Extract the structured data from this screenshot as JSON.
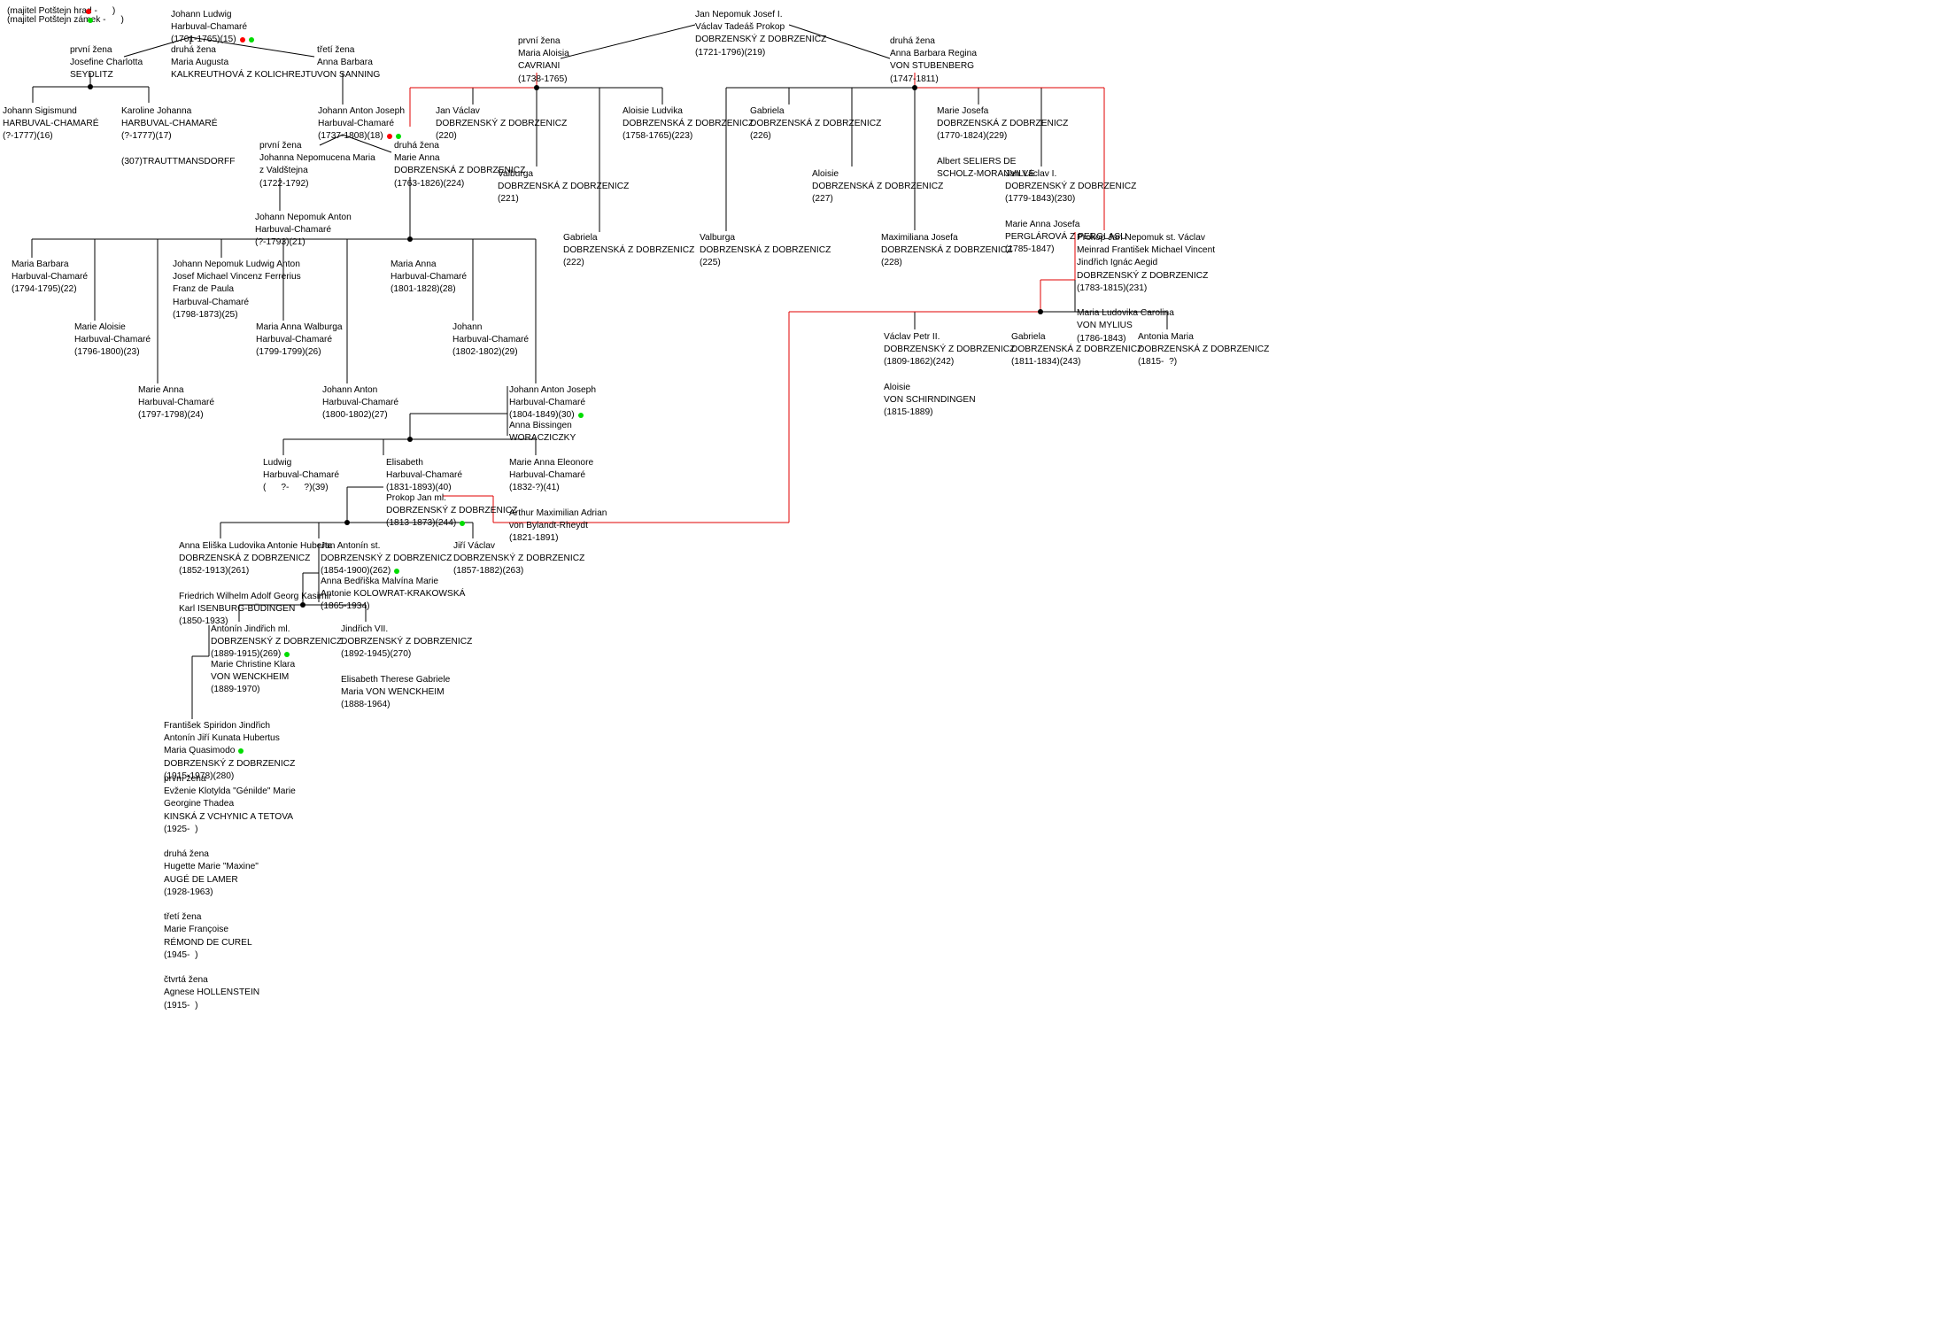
{
  "colors": {
    "line": "#000000",
    "path": "#e00000",
    "red_dot": "#ff0000",
    "green_dot": "#00dd00"
  },
  "legend": [
    {
      "text": "(majitel Potštejn hrad -      )",
      "dot": "red"
    },
    {
      "text": "(majitel Potštejn zámek -      )",
      "dot": "green"
    }
  ],
  "nodes": [
    {
      "id": "johann-ludwig",
      "lines": [
        "Johann Ludwig",
        "Harbuval-Chamaré",
        "(1701-1765)(15)"
      ],
      "dots": [
        "red",
        "green"
      ]
    },
    {
      "id": "spouse1-josefine",
      "lines": [
        "první žena",
        "Josefine Charlotta",
        "SEYDLITZ"
      ]
    },
    {
      "id": "spouse2-maria-augusta",
      "lines": [
        "druhá žena",
        "Maria Augusta",
        "KALKREUTHOVÁ Z KOLICHREJTU"
      ]
    },
    {
      "id": "spouse3-anna-barbara",
      "lines": [
        "třetí žena",
        "Anna Barbara",
        "VON SANNING"
      ]
    },
    {
      "id": "johann-sigismund",
      "lines": [
        "Johann Sigismund",
        "HARBUVAL-CHAMARÉ",
        "(?-1777)(16)"
      ]
    },
    {
      "id": "karoline-johanna",
      "lines": [
        "Karoline Johanna",
        "HARBUVAL-CHAMARÉ",
        "(?-1777)(17)",
        "",
        "(307)TRAUTTMANSDORFF"
      ]
    },
    {
      "id": "johann-anton-joseph-1737",
      "lines": [
        "Johann Anton Joseph",
        "Harbuval-Chamaré",
        "(1737-1808)(18)"
      ],
      "dots": [
        "red",
        "green"
      ]
    },
    {
      "id": "wife1-johanna-nepomucena",
      "lines": [
        "první žena",
        "Johanna Nepomucena Maria",
        "z Valdštejna",
        "(1722-1792)"
      ]
    },
    {
      "id": "wife2-marie-anna",
      "lines": [
        "druhá žena",
        "Marie Anna",
        "DOBRZENSKÁ Z DOBRZENICZ",
        "(1763-1826)(224)"
      ]
    },
    {
      "id": "johann-nepomuk-anton",
      "lines": [
        "Johann Nepomuk Anton",
        "Harbuval-Chamaré",
        "(?-1793)(21)"
      ]
    },
    {
      "id": "maria-barbara",
      "lines": [
        "Maria Barbara",
        "Harbuval-Chamaré",
        "(1794-1795)(22)"
      ]
    },
    {
      "id": "marie-aloisie",
      "lines": [
        "Marie Aloisie",
        "Harbuval-Chamaré",
        "(1796-1800)(23)"
      ]
    },
    {
      "id": "marie-anna-1797",
      "lines": [
        "Marie Anna",
        "Harbuval-Chamaré",
        "(1797-1798)(24)"
      ]
    },
    {
      "id": "johann-nepomuk-ludwig",
      "lines": [
        "Johann Nepomuk Ludwig Anton",
        "Josef Michael Vincenz Ferrerius",
        "Franz de Paula",
        "Harbuval-Chamaré",
        "(1798-1873)(25)"
      ]
    },
    {
      "id": "maria-anna-walburga",
      "lines": [
        "Maria Anna Walburga",
        "Harbuval-Chamaré",
        "(1799-1799)(26)"
      ]
    },
    {
      "id": "johann-anton-1800",
      "lines": [
        "Johann Anton",
        "Harbuval-Chamaré",
        "(1800-1802)(27)"
      ]
    },
    {
      "id": "maria-anna-1801",
      "lines": [
        "Maria Anna",
        "Harbuval-Chamaré",
        "(1801-1828)(28)"
      ]
    },
    {
      "id": "johann-1802",
      "lines": [
        "Johann",
        "Harbuval-Chamaré",
        "(1802-1802)(29)"
      ]
    },
    {
      "id": "johann-anton-joseph-1804",
      "lines": [
        "Johann Anton Joseph",
        "Harbuval-Chamaré",
        "(1804-1849)(30)"
      ],
      "dots": [
        "green"
      ]
    },
    {
      "id": "anna-bissingen",
      "lines": [
        "Anna Bissingen",
        "WORACZICZKY"
      ]
    },
    {
      "id": "ludwig",
      "lines": [
        "Ludwig",
        "Harbuval-Chamaré",
        "(      ?-      ?)(39)"
      ]
    },
    {
      "id": "elisabeth",
      "lines": [
        "Elisabeth",
        "Harbuval-Chamaré",
        "(1831-1893)(40)"
      ]
    },
    {
      "id": "marie-anna-eleonore",
      "lines": [
        "Marie Anna Eleonore",
        "Harbuval-Chamaré",
        "(1832-?)(41)",
        "",
        "Arthur Maximilian Adrian",
        "von Bylandt-Rheydt",
        "(1821-1891)"
      ]
    },
    {
      "id": "prokop-jan-ml",
      "lines": [
        "Prokop Jan ml.",
        "DOBRZENSKÝ Z DOBRZENICZ",
        "(1813-1873)(244)"
      ],
      "dots": [
        "green"
      ]
    },
    {
      "id": "anna-eliska",
      "lines": [
        "Anna Eliška Ludovika Antonie Huberta",
        "DOBRZENSKÁ Z DOBRZENICZ",
        "(1852-1913)(261)",
        "",
        "Friedrich Wilhelm Adolf Georg Kasimir",
        "Karl ISENBURG-BÜDINGEN",
        "(1850-1933)"
      ]
    },
    {
      "id": "jan-antonin-st",
      "lines": [
        "Jan Antonín st.",
        "DOBRZENSKÝ Z DOBRZENICZ",
        "(1854-1900)(262)"
      ],
      "dots": [
        "green"
      ]
    },
    {
      "id": "anna-bedriska",
      "lines": [
        "Anna Bedřiška Malvína Marie",
        "Antonie KOLOWRAT-KRAKOWSKÁ",
        "(1865-1934)"
      ]
    },
    {
      "id": "jiri-vaclav",
      "lines": [
        "Jiří Václav",
        "DOBRZENSKÝ Z DOBRZENICZ",
        "(1857-1882)(263)"
      ]
    },
    {
      "id": "antonin-jindrich-ml",
      "lines": [
        "Antonín Jindřich ml.",
        "DOBRZENSKÝ Z DOBRZENICZ",
        "(1889-1915)(269)"
      ],
      "dots": [
        "green"
      ]
    },
    {
      "id": "marie-christine",
      "lines": [
        "Marie Christine Klara",
        "VON WENCKHEIM",
        "(1889-1970)"
      ]
    },
    {
      "id": "jindrich-vii",
      "lines": [
        "Jindřich VII.",
        "DOBRZENSKÝ Z DOBRZENICZ",
        "(1892-1945)(270)",
        "",
        "Elisabeth Therese Gabriele",
        "Maria VON WENCKHEIM",
        "(1888-1964)"
      ]
    },
    {
      "id": "frantisek-spiridon",
      "lines": [
        "František Spiridon Jindřich",
        "Antonín Jiří Kunata Hubertus",
        "Maria Quasimodo",
        "DOBRZENSKÝ Z DOBRZENICZ",
        "(1915-1978)(280)"
      ],
      "dots": [
        "green"
      ]
    },
    {
      "id": "frantisek-wives",
      "lines": [
        "první žena",
        "Evženie Klotylda \"Génilde\" Marie",
        "Georgine Thadea",
        "KINSKÁ Z VCHYNIC A TETOVA",
        "(1925-  )",
        "",
        "druhá žena",
        "Hugette Marie \"Maxine\"",
        "AUGÉ DE LAMER",
        "(1928-1963)",
        "",
        "třetí žena",
        "Marie Françoise",
        "RÉMOND DE CUREL",
        "(1945-  )",
        "",
        "čtvrtá žena",
        "Agnese HOLLENSTEIN",
        "(1915-  )"
      ]
    },
    {
      "id": "jan-nepomuk-josef",
      "lines": [
        "Jan Nepomuk Josef I.",
        "Václav Tadeáš Prokop",
        "DOBRZENSKÝ Z DOBRZENICZ",
        "(1721-1796)(219)"
      ]
    },
    {
      "id": "wife1-maria-aloisia",
      "lines": [
        "první žena",
        "Maria Aloisia",
        "CAVRIANI",
        "(1738-1765)"
      ]
    },
    {
      "id": "wife2-anna-barbara-regina",
      "lines": [
        "druhá žena",
        "Anna Barbara Regina",
        "VON STUBENBERG",
        "(1747-1811)"
      ]
    },
    {
      "id": "jan-vaclav",
      "lines": [
        "Jan Václav",
        "DOBRZENSKÝ Z DOBRZENICZ",
        "(220)"
      ]
    },
    {
      "id": "valburga-221",
      "lines": [
        "Valburga",
        "DOBRZENSKÁ Z DOBRZENICZ",
        "(221)"
      ]
    },
    {
      "id": "gabriela-222",
      "lines": [
        "Gabriela",
        "DOBRZENSKÁ Z DOBRZENICZ",
        "(222)"
      ]
    },
    {
      "id": "aloisie-ludvika",
      "lines": [
        "Aloisie Ludvika",
        "DOBRZENSKÁ Z DOBRZENICZ",
        "(1758-1765)(223)"
      ]
    },
    {
      "id": "valburga-225",
      "lines": [
        "Valburga",
        "DOBRZENSKÁ Z DOBRZENICZ",
        "(225)"
      ]
    },
    {
      "id": "gabriela-226",
      "lines": [
        "Gabriela",
        "DOBRZENSKÁ Z DOBRZENICZ",
        "(226)"
      ]
    },
    {
      "id": "aloisie-227",
      "lines": [
        "Aloisie",
        "DOBRZENSKÁ Z DOBRZENICZ",
        "(227)"
      ]
    },
    {
      "id": "maximiliana-josefa",
      "lines": [
        "Maximiliana Josefa",
        "DOBRZENSKÁ Z DOBRZENICZ",
        "(228)"
      ]
    },
    {
      "id": "marie-josefa",
      "lines": [
        "Marie Josefa",
        "DOBRZENSKÁ Z DOBRZENICZ",
        "(1770-1824)(229)",
        "",
        "Albert SELIERS DE",
        "SCHOLZ-MORANVILLE"
      ]
    },
    {
      "id": "jan-vaclav-i",
      "lines": [
        "Jan Václav I.",
        "DOBRZENSKÝ Z DOBRZENICZ",
        "(1779-1843)(230)",
        "",
        "Marie Anna Josefa",
        "PERGLÁROVÁ Z PERGLASU",
        "(1785-1847)"
      ]
    },
    {
      "id": "prokop-jan-nepomuk",
      "lines": [
        "Prokop Jan Nepomuk st. Václav",
        "Meinrad František Michael Vincent",
        "Jindřich Ignác Aegid",
        "DOBRZENSKÝ Z DOBRZENICZ",
        "(1783-1815)(231)",
        "",
        "Maria Ludovika Carolina",
        "VON MYLIUS",
        "(1786-1843)"
      ]
    },
    {
      "id": "vaclav-petr-ii",
      "lines": [
        "Václav Petr II.",
        "DOBRZENSKÝ Z DOBRZENICZ",
        "(1809-1862)(242)",
        "",
        "Aloisie",
        "VON SCHIRNDINGEN",
        "(1815-1889)"
      ]
    },
    {
      "id": "gabriela-243",
      "lines": [
        "Gabriela",
        "DOBRZENSKÁ Z DOBRZENICZ",
        "(1811-1834)(243)"
      ]
    },
    {
      "id": "antonia-maria",
      "lines": [
        "Antonia Maria",
        "DOBRZENSKÁ Z DOBRZENICZ",
        "(1815-  ?)"
      ]
    }
  ]
}
